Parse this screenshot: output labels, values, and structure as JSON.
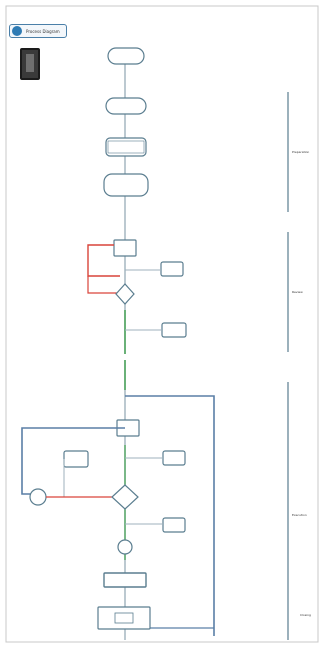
{
  "header": {
    "badge_label": "Process Diagram"
  },
  "colors": {
    "line": "#5a7d8f",
    "connector": "#b8bfc4",
    "feedback": "#d9443a",
    "highlight_box": "#5a7fa6",
    "badge": "#2e7bb4",
    "green": "#3b9d4a"
  },
  "lanes": [
    {
      "label": "Preparation"
    },
    {
      "label": "Review"
    },
    {
      "label": "Execution"
    },
    {
      "label": "Closing"
    }
  ]
}
